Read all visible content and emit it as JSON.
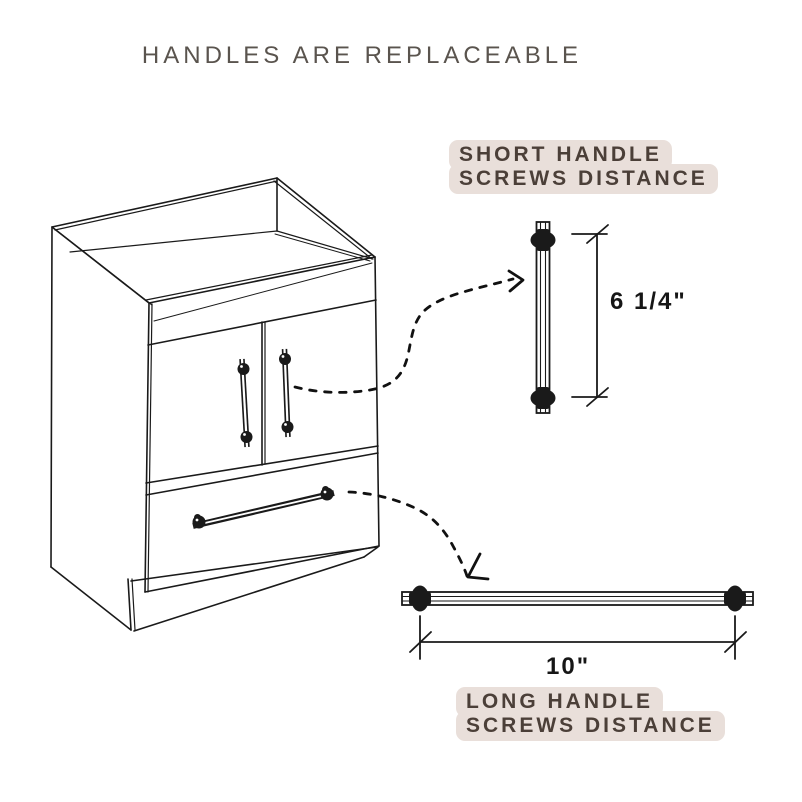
{
  "title": "HANDLES ARE REPLACEABLE",
  "labels": {
    "short_handle": {
      "line1": "SHORT HANDLE",
      "line2": "SCREWS DISTANCE",
      "measurement": "6 1/4\""
    },
    "long_handle": {
      "line1": "LONG HANDLE",
      "line2": "SCREWS DISTANCE",
      "measurement": "10\""
    }
  },
  "colors": {
    "background": "#ffffff",
    "line_art": "#1a1a1a",
    "badge_background": "#e9dfda",
    "badge_text": "#4b3f38",
    "title_text": "#5a544e",
    "measurement_text": "#161616"
  },
  "icons": {
    "cabinet": "vanity-cabinet-line-drawing",
    "short_handle": "vertical-door-handle-drawing",
    "long_handle": "horizontal-drawer-handle-drawing",
    "arrows": "dashed-curved-arrow"
  }
}
